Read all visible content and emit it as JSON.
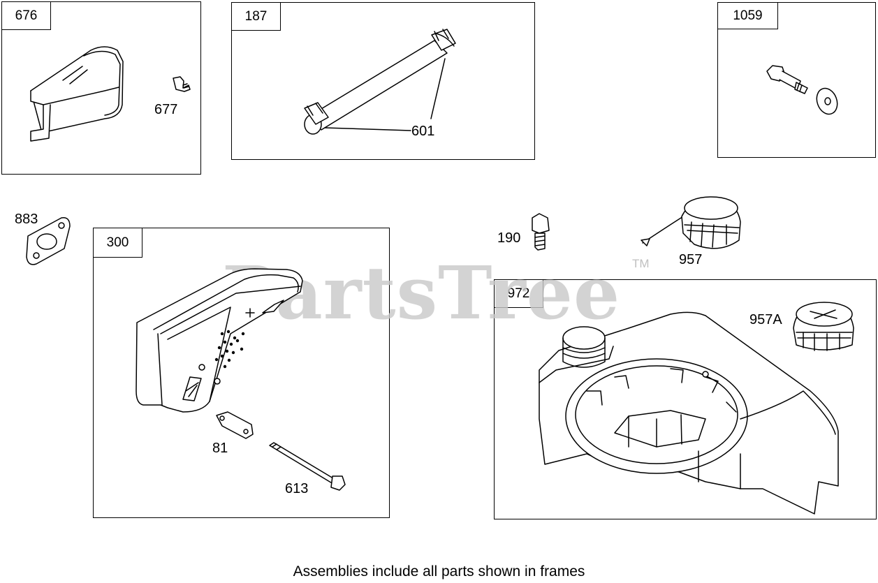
{
  "frames": [
    {
      "id": "frame-676",
      "label": "676"
    },
    {
      "id": "frame-187",
      "label": "187"
    },
    {
      "id": "frame-1059",
      "label": "1059"
    },
    {
      "id": "frame-300",
      "label": "300"
    },
    {
      "id": "frame-972",
      "label": "972"
    }
  ],
  "callouts": {
    "p677": "677",
    "p601": "601",
    "p883": "883",
    "p190": "190",
    "p957": "957",
    "p957a": "957A",
    "p81": "81",
    "p613": "613"
  },
  "watermark": {
    "text": "PartsTree",
    "tm": "TM"
  },
  "footer": "Assemblies include all parts shown in frames"
}
